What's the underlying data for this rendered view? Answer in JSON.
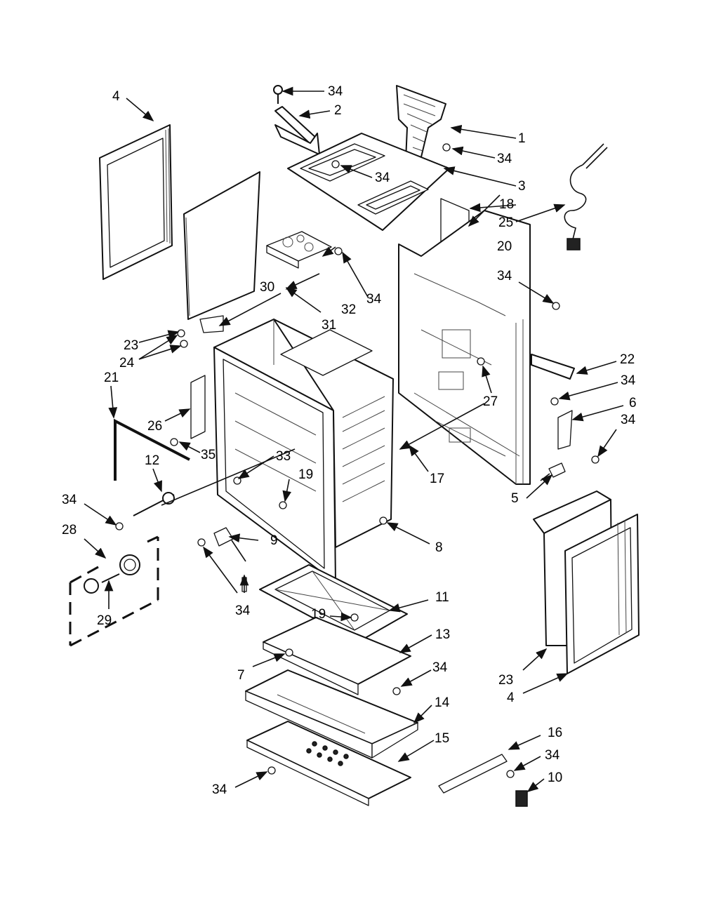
{
  "labels": [
    "4",
    "34",
    "2",
    "1",
    "34",
    "34",
    "3",
    "18",
    "25",
    "20",
    "34",
    "30",
    "32",
    "34",
    "31",
    "23",
    "24",
    "22",
    "21",
    "34",
    "26",
    "27",
    "6",
    "35",
    "33",
    "17",
    "34",
    "12",
    "19",
    "5",
    "34",
    "8",
    "28",
    "9",
    "29",
    "34",
    "11",
    "19",
    "13",
    "7",
    "34",
    "23",
    "4",
    "14",
    "15",
    "16",
    "34",
    "34",
    "10"
  ],
  "colors": {
    "line": "#111111",
    "background": "#ffffff"
  }
}
